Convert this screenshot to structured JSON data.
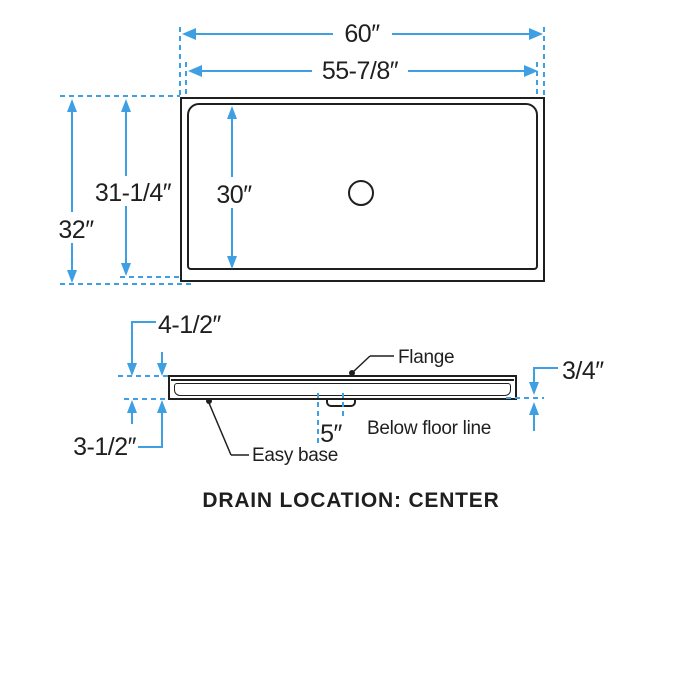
{
  "title": "DRAIN LOCATION: CENTER",
  "colors": {
    "dimension_blue": "#3f9fe3",
    "line_ink": "#1f1f1f"
  },
  "top_view": {
    "outer_width": "60″",
    "inner_width": "55-7/8″",
    "outer_depth": "32″",
    "mid_depth": "31-1/4″",
    "inner_depth": "30″"
  },
  "side_view": {
    "overall_height": "4-1/2″",
    "base_height": "3-1/2″",
    "flange_offset": "3/4″",
    "drain_width": "5″",
    "flange_label": "Flange",
    "easy_base_label": "Easy base",
    "below_floor_label": "Below floor line"
  }
}
